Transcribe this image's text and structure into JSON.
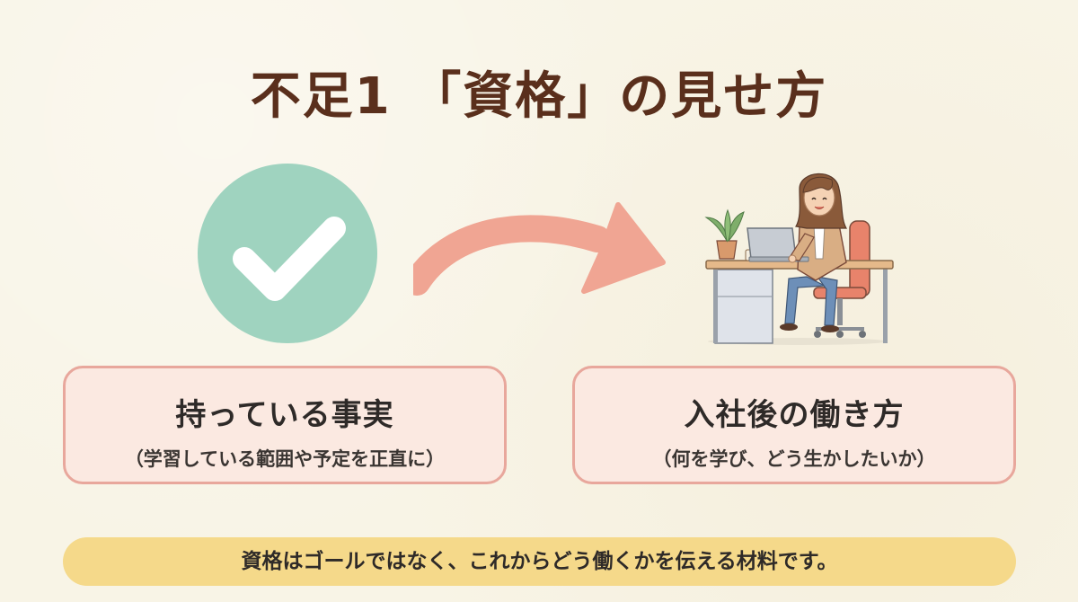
{
  "title": "不足1 「資格」の見せ方",
  "left_card": {
    "title": "持っている事実",
    "subtitle": "（学習している範囲や予定を正直に）"
  },
  "right_card": {
    "title": "入社後の働き方",
    "subtitle": "（何を学び、どう生かしたいか）"
  },
  "banner": "資格はゴールではなく、これからどう働くかを伝える材料です。",
  "icons": {
    "left": "check-circle-icon",
    "middle": "curved-arrow-icon",
    "right": "woman-working-at-desk-illustration"
  },
  "colors": {
    "title": "#5a2f1c",
    "check_circle": "#9fd3bf",
    "arrow": "#f0a593",
    "card_border": "#e8a79c",
    "card_fill": "#fbe9e1",
    "banner": "#f5d98a"
  }
}
